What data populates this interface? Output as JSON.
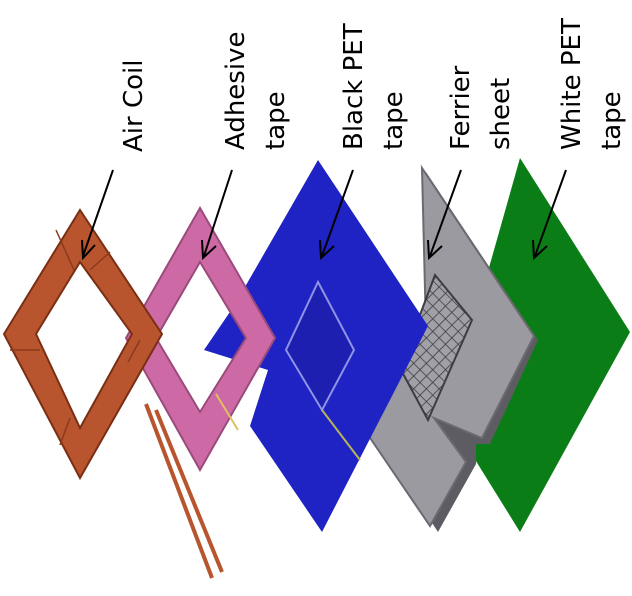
{
  "labels": {
    "air_coil": "Air Coil",
    "adhesive_tape_1": "Adhesive",
    "adhesive_tape_2": "tape",
    "black_pet_tape_1": "Black PET",
    "black_pet_tape_2": "tape",
    "ferrite_sheet_1": "Ferrier",
    "ferrite_sheet_2": "sheet",
    "white_pet_tape_1": "White PET",
    "white_pet_tape_2": "tape"
  },
  "colors": {
    "air_coil": "#b8552f",
    "adhesive_tape": "#cd6aa6",
    "black_pet_tape": "#1f23c4",
    "ferrite_sheet": "#9a9aa0",
    "white_pet_tape": "#0b7d17"
  }
}
